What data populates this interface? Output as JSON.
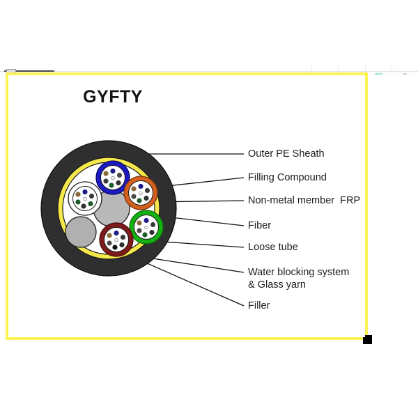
{
  "window": {
    "background_color": "#ffffff",
    "selection_border_color": "#fcf356",
    "selection_handle_color": "#000000"
  },
  "chrome": {
    "tabs": [
      "",
      "",
      "",
      "",
      ""
    ],
    "accent_color": "#8fe3c4"
  },
  "diagram": {
    "title": "GYFTY",
    "type": "fiber-optic-cable-cross-section",
    "colors": {
      "outer_sheath": "#2f2f2f",
      "glass_yarn_ring": "#f5e84a",
      "filling_compound": "#ffffff",
      "frp_center": "#b3b3b3",
      "filler": "#b0b0b0",
      "tube_blue": "#1a1ac0",
      "tube_orange": "#d4601f",
      "tube_green": "#13b113",
      "tube_darkred": "#7d1a1a",
      "tube_white": "#ffffff",
      "leader_line": "#111111"
    },
    "components": [
      {
        "id": "outer-pe-sheath",
        "label": "Outer PE Sheath"
      },
      {
        "id": "filling-compound",
        "label": "Filling Compound"
      },
      {
        "id": "non-metal-frp",
        "label": "Non-metal member  FRP"
      },
      {
        "id": "fiber",
        "label": "Fiber"
      },
      {
        "id": "loose-tube",
        "label": "Loose tube"
      },
      {
        "id": "water-blocking",
        "label": "Water blocking system"
      },
      {
        "id": "glass-yarn",
        "label": "& Glass yarn"
      },
      {
        "id": "filler",
        "label": "Filler"
      }
    ],
    "loose_tubes": [
      {
        "color_name": "blue",
        "hex": "#1a1ac0",
        "fiber_count": 6
      },
      {
        "color_name": "orange",
        "hex": "#d4601f",
        "fiber_count": 6
      },
      {
        "color_name": "green",
        "hex": "#13b113",
        "fiber_count": 6
      },
      {
        "color_name": "dark-red",
        "hex": "#7d1a1a",
        "fiber_count": 6
      },
      {
        "color_name": "white",
        "hex": "#ffffff",
        "fiber_count": 6
      }
    ],
    "fillers": 2,
    "central_member": "FRP"
  }
}
